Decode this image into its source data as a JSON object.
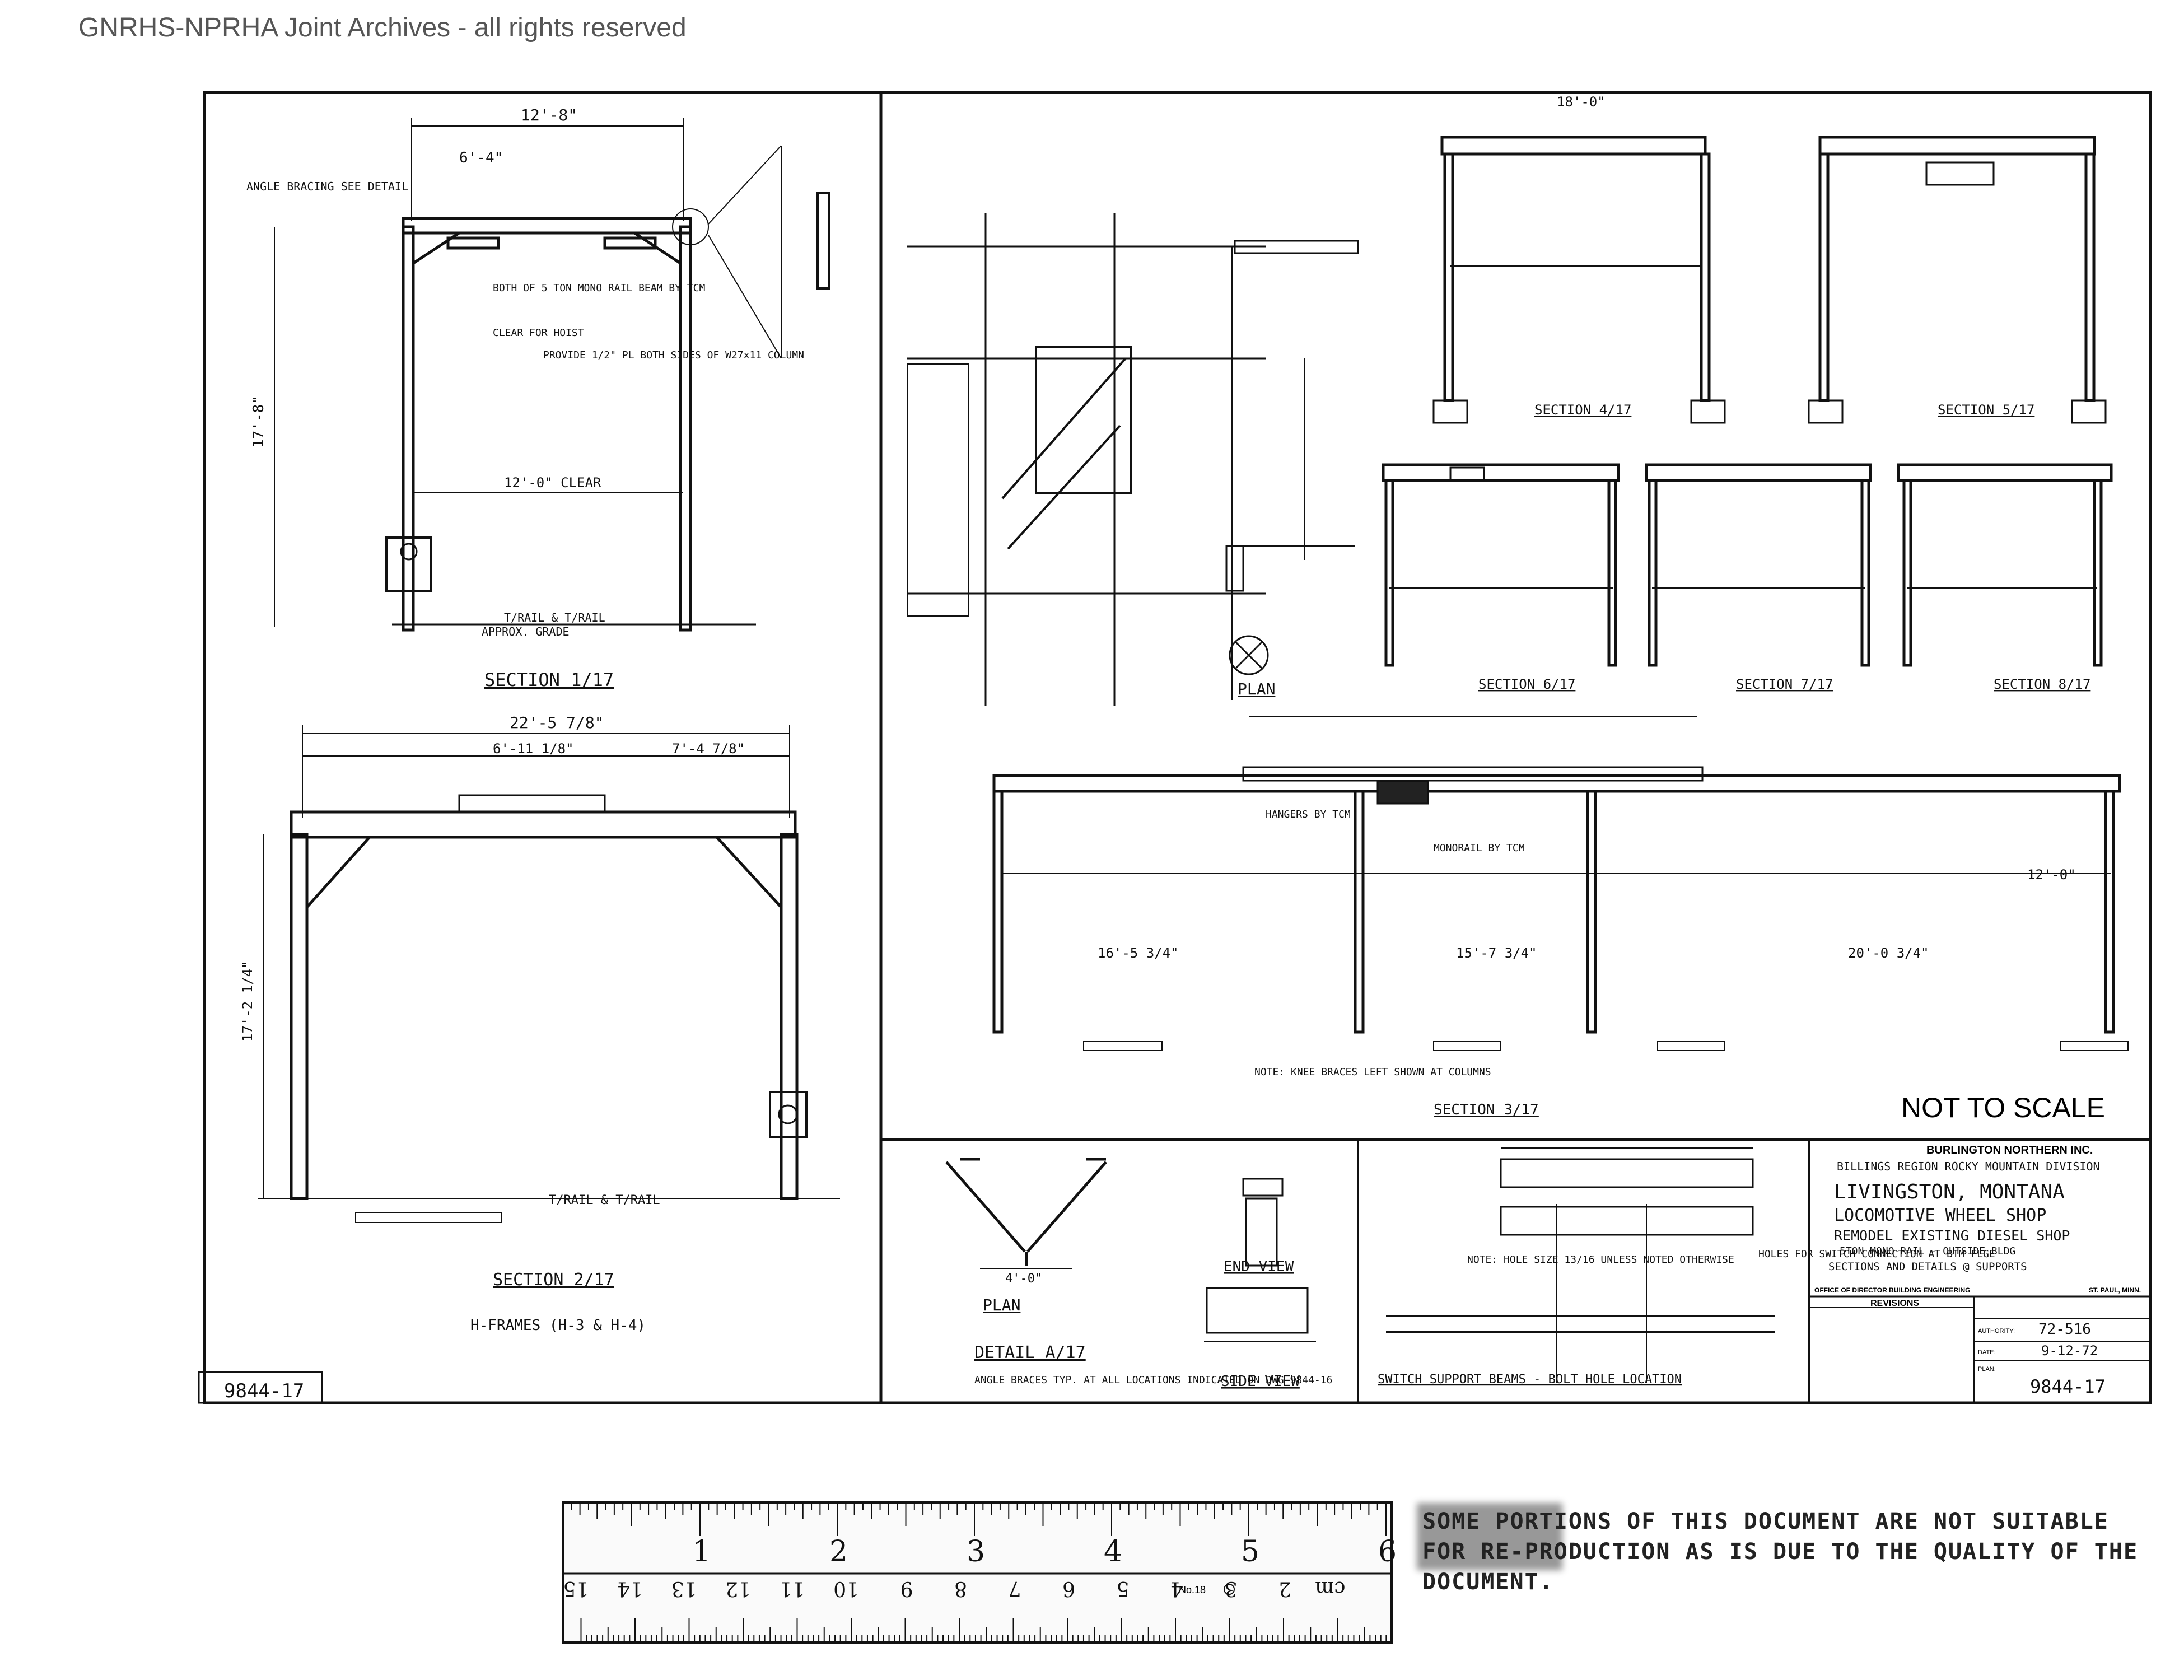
{
  "archive_watermark": "GNRHS-NPRHA Joint Archives - all rights reserved",
  "title_block": {
    "company": "BURLINGTON NORTHERN INC.",
    "region_line": "BILLINGS   REGION  ROCKY MOUNTAIN DIVISION",
    "location": "LIVINGSTON, MONTANA",
    "building": "LOCOMOTIVE WHEEL SHOP",
    "project": "REMODEL EXISTING DIESEL SHOP",
    "subtitle": "5TON MONO-RAIL - OUTSIDE BLDG",
    "sheet_title": "SECTIONS AND DETAILS @ SUPPORTS",
    "office": "OFFICE OF DIRECTOR BUILDING ENGINEERING",
    "city": "ST. PAUL, MINN.",
    "revisions": "REVISIONS",
    "authority_label": "AUTHORITY:",
    "authority": "72-516",
    "date_label": "DATE:",
    "date": "9-12-72",
    "plan_label": "PLAN:",
    "plan": "9844-17"
  },
  "plan_number_corner": "9844-17",
  "not_to_scale": "NOT TO SCALE",
  "views": {
    "section_1": "SECTION 1/17",
    "section_2": "SECTION 2/17",
    "section_3": "SECTION 3/17",
    "section_4": "SECTION 4/17",
    "section_5": "SECTION 5/17",
    "section_6": "SECTION 6/17",
    "section_7": "SECTION 7/17",
    "section_8": "SECTION 8/17",
    "plan_view": "PLAN",
    "h_frames": "H-FRAMES (H-3 & H-4)",
    "detail_a": "DETAIL A/17",
    "angle_braces": "ANGLE BRACES TYP. AT ALL LOCATIONS INDICATED ON DWG 9844-16",
    "end_view": "END VIEW",
    "side_view": "SIDE VIEW",
    "plan_small": "PLAN",
    "switch_support": "SWITCH SUPPORT BEAMS - BOLT HOLE LOCATION"
  },
  "dimensions": {
    "d1": "12'-8\"",
    "d2": "6'-4\"",
    "d3": "17'-8\"",
    "d4": "12'-0\" CLEAR",
    "d5": "22'-5 7/8\"",
    "d6": "6'-11 1/8\"",
    "d7": "7'-4 7/8\"",
    "d8": "17'-2 1/4\"",
    "d9": "18'-0\"",
    "d10": "16'-5 3/4\"",
    "d11": "20'-0 3/4\"",
    "d12": "15'-7 3/4\"",
    "d13": "12'-0\"",
    "d14": "4'-0\""
  },
  "notes": {
    "angle_bracing": "ANGLE BRACING SEE DETAIL",
    "monorail_beam": "BOTH OF 5 TON MONO RAIL BEAM BY TCM",
    "clear_hoist": "CLEAR FOR HOIST",
    "provide_plates": "PROVIDE 1/2\" PL BOTH SIDES OF W27x11 COLUMN",
    "knee_braces": "NOTE: KNEE BRACES LEFT SHOWN AT COLUMNS",
    "top_rail": "T/RAIL & T/RAIL",
    "approx_grade": "APPROX. GRADE",
    "hangers": "HANGERS BY TCM",
    "monorail": "MONORAIL BY TCM",
    "holes_switch": "HOLES FOR SWITCH CONNECTION AT BTM FLGE",
    "hole_size": "NOTE: HOLE SIZE 13/16 UNLESS NOTED OTHERWISE"
  },
  "ruler": {
    "inch_labels": [
      "1",
      "2",
      "3",
      "4",
      "5",
      "6"
    ],
    "cm_labels": [
      "cm",
      "2",
      "3",
      "4",
      "5",
      "6",
      "7",
      "8",
      "9",
      "10",
      "11",
      "12",
      "13",
      "14",
      "15"
    ],
    "maker": "No.18"
  },
  "quality_notice": "SOME PORTIONS OF THIS DOCUMENT ARE NOT SUITABLE FOR RE-PRODUCTION AS IS DUE TO THE QUALITY OF THE DOCUMENT."
}
